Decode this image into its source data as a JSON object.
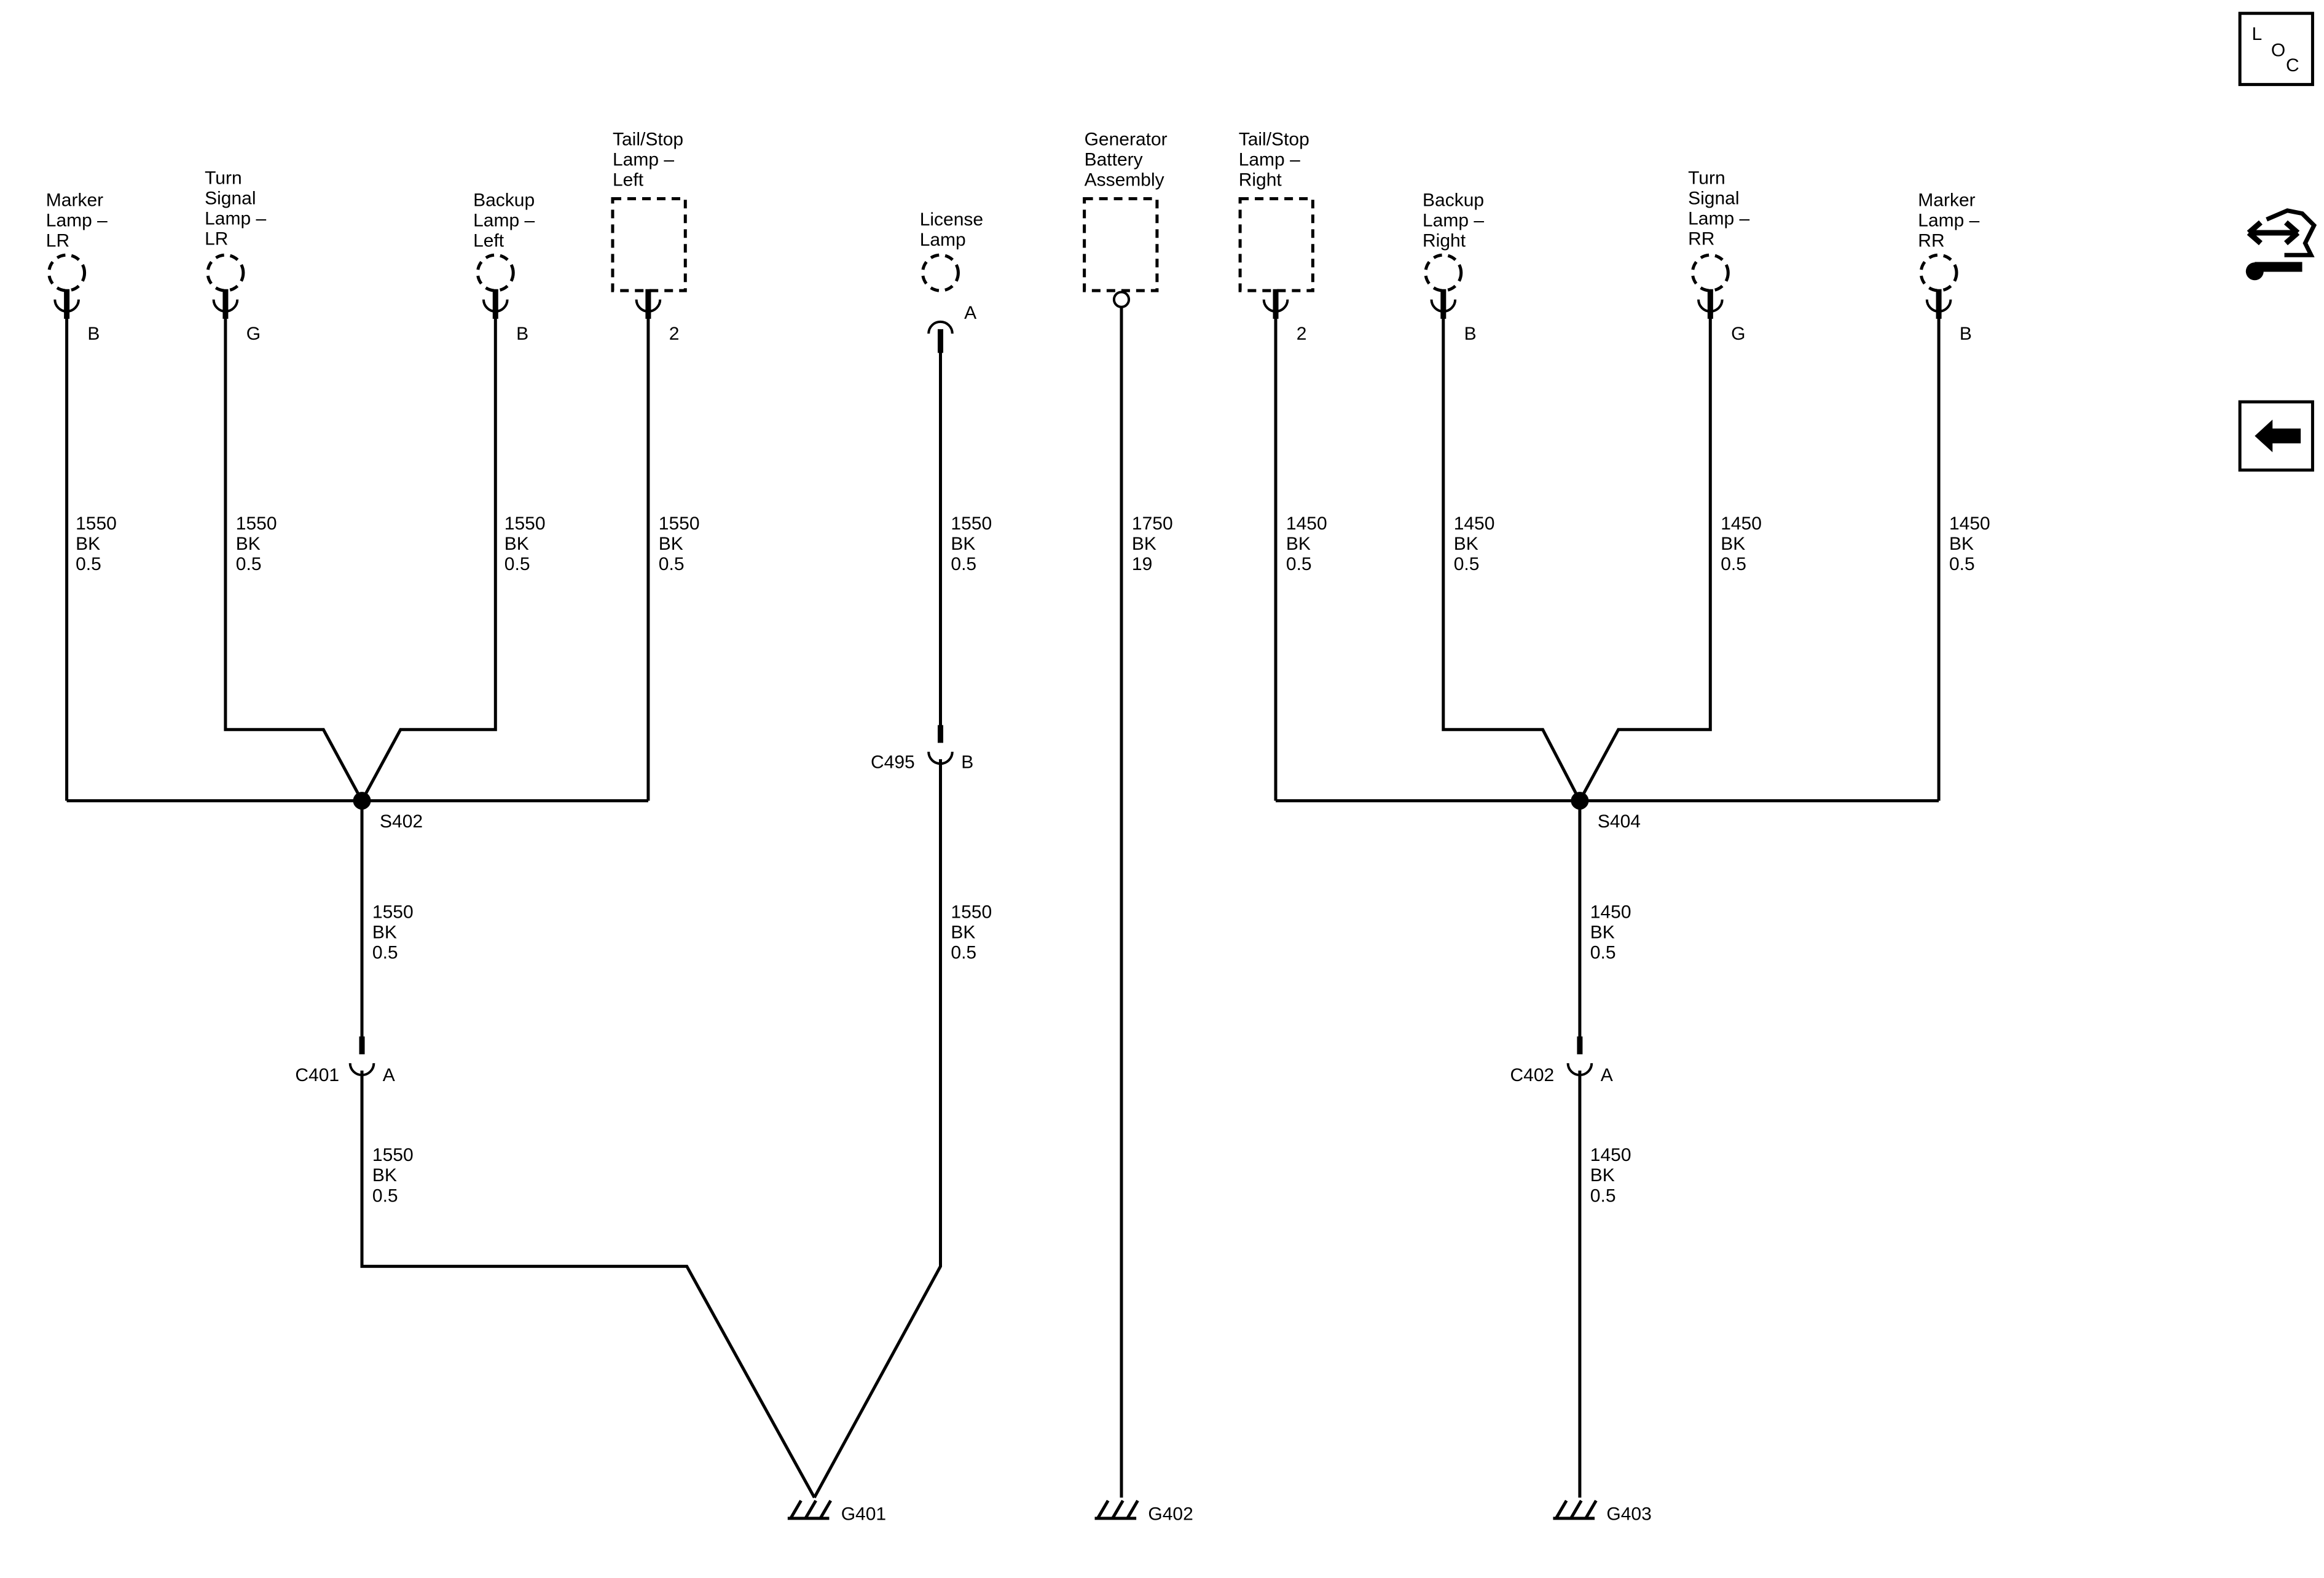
{
  "nav": {
    "loc_button": {
      "letters": [
        "L",
        "O",
        "C"
      ],
      "icon": "loc-icon"
    },
    "connector_button": {
      "icon": "connector-wrench-icon"
    },
    "back_button": {
      "icon": "arrow-left-icon"
    }
  },
  "components": [
    {
      "id": "marker-lamp-lr",
      "label": [
        "Marker",
        "Lamp –",
        "LR"
      ],
      "pin": "B",
      "wire": [
        "1550",
        "BK",
        "0.5"
      ]
    },
    {
      "id": "turn-signal-lamp-lr",
      "label": [
        "Turn",
        "Signal",
        "Lamp –",
        "LR"
      ],
      "pin": "G",
      "wire": [
        "1550",
        "BK",
        "0.5"
      ]
    },
    {
      "id": "backup-lamp-left",
      "label": [
        "Backup",
        "Lamp –",
        "Left"
      ],
      "pin": "B",
      "wire": [
        "1550",
        "BK",
        "0.5"
      ]
    },
    {
      "id": "tail-stop-lamp-left",
      "label": [
        "Tail/Stop",
        "Lamp –",
        "Left"
      ],
      "pin": "2",
      "wire": [
        "1550",
        "BK",
        "0.5"
      ]
    },
    {
      "id": "license-lamp",
      "label": [
        "License",
        "Lamp"
      ],
      "pin": "A",
      "wire": [
        "1550",
        "BK",
        "0.5"
      ]
    },
    {
      "id": "generator-battery-assembly",
      "label": [
        "Generator",
        "Battery",
        "Assembly"
      ],
      "pin": "",
      "wire": [
        "1750",
        "BK",
        "19"
      ]
    },
    {
      "id": "tail-stop-lamp-right",
      "label": [
        "Tail/Stop",
        "Lamp –",
        "Right"
      ],
      "pin": "2",
      "wire": [
        "1450",
        "BK",
        "0.5"
      ]
    },
    {
      "id": "backup-lamp-right",
      "label": [
        "Backup",
        "Lamp –",
        "Right"
      ],
      "pin": "B",
      "wire": [
        "1450",
        "BK",
        "0.5"
      ]
    },
    {
      "id": "turn-signal-lamp-rr",
      "label": [
        "Turn",
        "Signal",
        "Lamp –",
        "RR"
      ],
      "pin": "G",
      "wire": [
        "1450",
        "BK",
        "0.5"
      ]
    },
    {
      "id": "marker-lamp-rr",
      "label": [
        "Marker",
        "Lamp –",
        "RR"
      ],
      "pin": "B",
      "wire": [
        "1450",
        "BK",
        "0.5"
      ]
    }
  ],
  "splices": [
    {
      "id": "S402"
    },
    {
      "id": "S404"
    }
  ],
  "connectors": [
    {
      "id": "C495",
      "pin": "B"
    },
    {
      "id": "C401",
      "pin": "A"
    },
    {
      "id": "C402",
      "pin": "A"
    }
  ],
  "segment_wires": {
    "s402_to_c401": [
      "1550",
      "BK",
      "0.5"
    ],
    "c495_down": [
      "1550",
      "BK",
      "0.5"
    ],
    "c401_to_g401": [
      "1550",
      "BK",
      "0.5"
    ],
    "s404_to_c402": [
      "1450",
      "BK",
      "0.5"
    ],
    "c402_to_g403": [
      "1450",
      "BK",
      "0.5"
    ]
  },
  "grounds": [
    {
      "id": "G401"
    },
    {
      "id": "G402"
    },
    {
      "id": "G403"
    }
  ]
}
